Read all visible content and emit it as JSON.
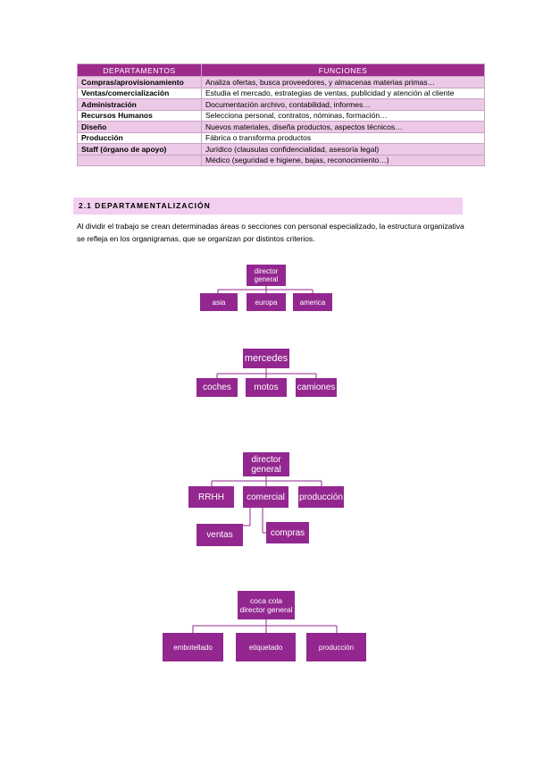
{
  "table": {
    "headers": [
      "DEPARTAMENTOS",
      "FUNCIONES"
    ],
    "rows": [
      {
        "dept": "Compras/aprovisionamiento",
        "func": "Analiza ofertas, busca proveedores, y almacenas materias primas…"
      },
      {
        "dept": "Ventas/comercialización",
        "func": "Estudia el mercado, estrategias de ventas, publicidad y atención al cliente"
      },
      {
        "dept": "Administración",
        "func": "Documentación archivo, contabilidad, informes…"
      },
      {
        "dept": "Recursos Humanos",
        "func": "Selecciona personal, contratos, nóminas, formación…"
      },
      {
        "dept": "Diseño",
        "func": "Nuevos materiales, diseña productos, aspectos técnicos…"
      },
      {
        "dept": "Producción",
        "func": "Fábrica o transforma productos"
      },
      {
        "dept": "Staff (órgano de apoyo)",
        "func": "Jurídico (clausulas confidencialidad, asesoría legal)"
      },
      {
        "dept": "",
        "func": "Médico (seguridad e higiene, bajas, reconocimiento…)"
      }
    ]
  },
  "section": {
    "title": "2.1 DEPARTAMENTALIZACIÓN"
  },
  "paragraph": "Al dividir el trabajo se crean determinadas áreas o secciones con personal especializado, la estructura organizativa se refleja en los organigramas, que se organizan por distintos criterios.",
  "charts": {
    "c1": {
      "root": "director general",
      "children": [
        "asia",
        "europa",
        "america"
      ]
    },
    "c2": {
      "root": "mercedes",
      "children": [
        "coches",
        "motos",
        "camiones"
      ]
    },
    "c3": {
      "root": "director general",
      "children": [
        "RRHH",
        "comercial",
        "producción"
      ],
      "sub": [
        "ventas",
        "compras"
      ]
    },
    "c4": {
      "root": "coca cola director general",
      "children": [
        "embotellado",
        "etiquetado",
        "producción"
      ]
    }
  },
  "colors": {
    "accent": "#93278f",
    "header": "#9c2b8c",
    "row_alt": "#ecc9e6",
    "section": "#f3cfef"
  }
}
